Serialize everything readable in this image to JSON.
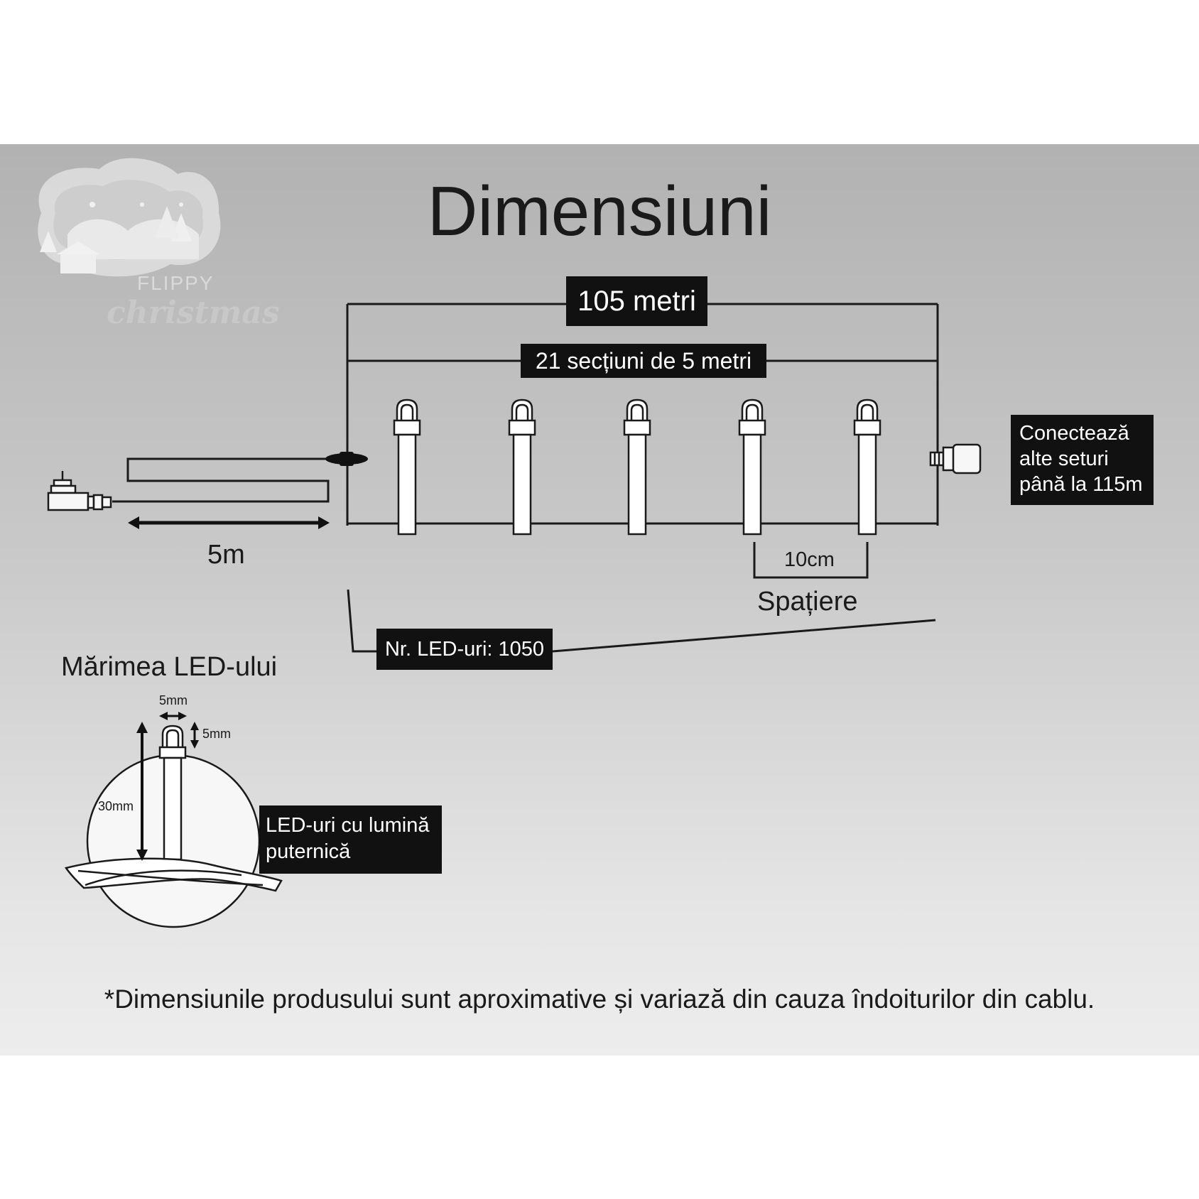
{
  "brand": {
    "line1": "FLIPPY",
    "line2": "christmas"
  },
  "title": "Dimensiuni",
  "diagram": {
    "total_length_label": "105 metri",
    "sections_label": "21 secțiuni de 5 metri",
    "lead_length_label": "5m",
    "spacing_value_label": "10cm",
    "spacing_caption": "Spațiere",
    "led_count_label": "Nr. LED-uri: 1050",
    "connect_label_lines": [
      "Conectează",
      "alte seturi",
      "până la 115m"
    ]
  },
  "led_size": {
    "heading": "Mărimea LED-ului",
    "width_label": "5mm",
    "head_label": "5mm",
    "height_label": "30mm",
    "callout_lines": [
      "LED-uri cu lumină",
      "puternică"
    ]
  },
  "footnote": "*Dimensiunile produsului sunt aproximative și variază din cauza îndoiturilor din cablu.",
  "colors": {
    "panel_top": "#b2b2b2",
    "panel_bottom": "#ededed",
    "label_box": "#111111",
    "line": "#1a1a1a"
  }
}
